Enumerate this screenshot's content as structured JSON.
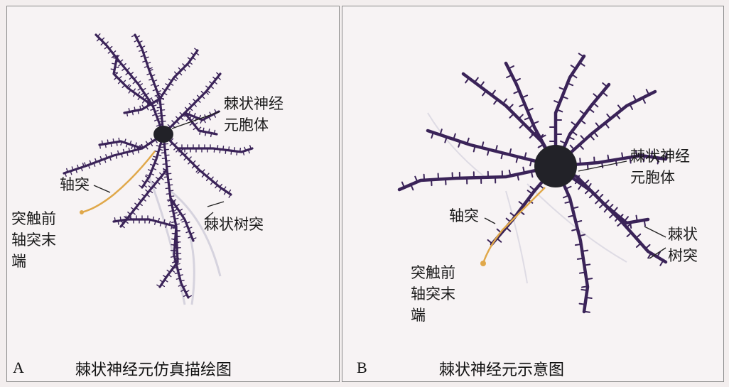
{
  "panels": [
    {
      "id": "A",
      "letter": "A",
      "caption": "棘状神经元仿真描绘图",
      "labels": {
        "soma": [
          "棘状神经",
          "元胞体"
        ],
        "axon": "轴突",
        "terminal": [
          "突触前",
          "轴突末",
          "端"
        ],
        "dendrite": "棘状树突"
      }
    },
    {
      "id": "B",
      "letter": "B",
      "caption": "棘状神经元示意图",
      "labels": {
        "soma": [
          "棘状神经",
          "元胞体"
        ],
        "axon": "轴突",
        "terminal": [
          "突触前",
          "轴突末",
          "端"
        ],
        "dendrite": [
          "棘状",
          "树突"
        ]
      }
    }
  ],
  "colors": {
    "neuron": "#3a2358",
    "soma": "#222228",
    "axon": "#e0a84a",
    "text": "#1a1a1a"
  }
}
